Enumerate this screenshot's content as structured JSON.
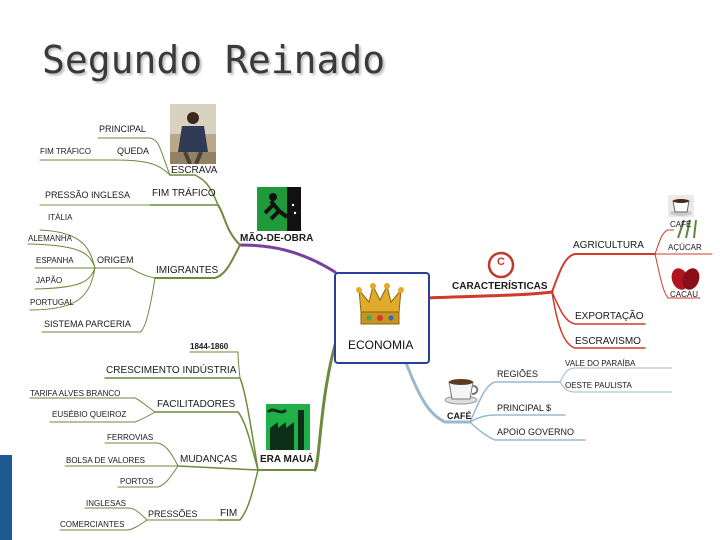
{
  "title": "Segundo Reinado",
  "center": {
    "label": "ECONOMIA"
  },
  "labels": {
    "principal": "PRINCIPAL",
    "fim_trafico_small": "FIM TRÁFICO",
    "queda": "QUEDA",
    "escrava": "ESCRAVA",
    "pressao_inglesa": "PRESSÃO INGLESA",
    "fim_trafico": "FIM TRÁFICO",
    "italia": "ITÁLIA",
    "alemanha": "ALEMANHA",
    "espanha": "ESPANHA",
    "origem": "ORIGEM",
    "japao": "JAPÃO",
    "portugal": "PORTUGAL",
    "sistema_parceria": "SISTEMA PARCERIA",
    "imigrantes": "IMIGRANTES",
    "mao_de_obra": "MÃO-DE-OBRA",
    "periodo": "1844-1860",
    "crescimento_industria": "CRESCIMENTO INDÚSTRIA",
    "tarifa": "TARIFA ALVES BRANCO",
    "facilitadores": "FACILITADORES",
    "eusebio": "EUSÉBIO QUEIROZ",
    "ferrovias": "FERROVIAS",
    "bolsa": "BOLSA DE VALORES",
    "mudancas": "MUDANÇAS",
    "era_maua": "ERA MAUÁ",
    "portos": "PORTOS",
    "inglesas": "INGLESAS",
    "pressoes": "PRESSÕES",
    "fim": "FIM",
    "comerciantes": "COMERCIANTES",
    "caracteristicas": "CARACTERÍSTICAS",
    "agricultura": "AGRICULTURA",
    "cafe_top": "CAFÉ",
    "acucar": "AÇÚCAR",
    "cacau": "CACAU",
    "exportacao": "EXPORTAÇÃO",
    "escravismo": "ESCRAVISMO",
    "regioes": "REGIÕES",
    "vale": "VALE DO PARAÍBA",
    "oeste": "OESTE PAULISTA",
    "cafe": "CAFÉ",
    "principal_money": "PRINCIPAL $",
    "apoio": "APOIO GOVERNO",
    "copyright": "C"
  },
  "colors": {
    "left_branch": "#7a9a45",
    "right_branch": "#d0392b",
    "lower_right_branch": "#9ab8cf",
    "lower_left_branch": "#6e8a3c",
    "mao_branch": "#7a3fa0",
    "center_border": "#2b3f9a"
  },
  "icons": [
    "slave-portrait-icon",
    "worker-icon",
    "crown-icon",
    "copyright-icon",
    "coffee-cup-icon",
    "factory-icon",
    "coffee-cup-small-icon",
    "sugar-icon",
    "cocoa-icon"
  ]
}
